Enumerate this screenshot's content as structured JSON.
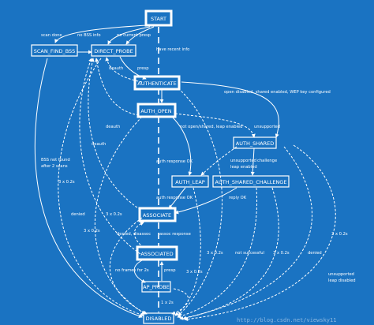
{
  "nodes": {
    "start": "START",
    "scan_find_bss": "SCAN_FIND_BSS",
    "direct_probe": "DIRECT_PROBE",
    "authenticate": "AUTHENTICATE",
    "auth_open": "AUTH_OPEN",
    "auth_shared": "AUTH_SHARED",
    "auth_leap": "AUTH_LEAP",
    "auth_shared_challenge": "AUTH_SHARED_CHALLENGE",
    "associate": "ASSOCIATE",
    "associated": "ASSOCIATED",
    "ap_probe": "AP_PROBE",
    "disabled": "DISABLED"
  },
  "edge_labels": {
    "scan_done": "scan done",
    "no_bss_info": "no BSS info",
    "no_current_presp": "no current presp",
    "have_recent_info": "have recent info",
    "deauth_1": "deauth",
    "presp": "presp",
    "open_disabled": "open disabled, shared enabled, WEP key configured",
    "deauth_2": "deauth",
    "deauth_3": "deauth",
    "not_open_shared": "not open/shared, leap enabled",
    "unsupported_1": "unsupported",
    "bss_not_found_1": "BSS not found",
    "bss_not_found_2": "after 2 scans",
    "auth_response_ok_1": "auth response OK",
    "unsupported_leap_enabled_1": "unsupported",
    "unsupported_leap_enabled_2": "leap enabled",
    "challenge": "challenge",
    "x3_1": "3 x 0.2s",
    "auth_response_ok_2": "auth response OK",
    "reply_ok": "reply OK",
    "denied_1": "denied",
    "x3_2": "3 x 0.2s",
    "x3_3": "3 x 0.2s",
    "denied_disassoc": "denied, disassoc",
    "assoc_response": "assoc response",
    "x3_4": "3 x 0.2s",
    "not_successful": "not successful",
    "x3_5": "3 x 0.2s",
    "denied_2": "denied",
    "no_frames": "no frames for 2s",
    "presp_2": "presp",
    "x3_6": "3 x 0.2s",
    "unsupported_leap_disabled_1": "unsupported",
    "unsupported_leap_disabled_2": "leap disabled",
    "x1_2s": "1 x 2s"
  },
  "watermark": "http://blog.csdn.net/viewsky11",
  "colors": {
    "background": "#1a73c2",
    "foreground": "#ffffff"
  }
}
